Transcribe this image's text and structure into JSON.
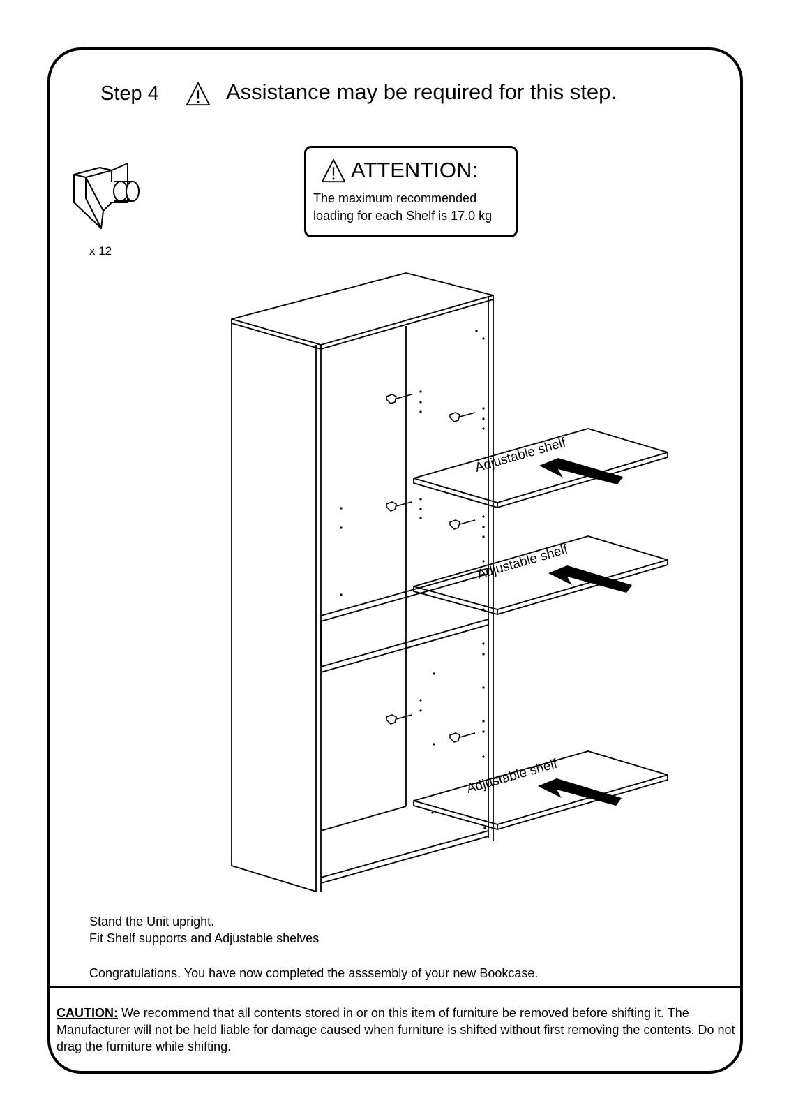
{
  "header": {
    "step": "Step 4",
    "assistance": "Assistance may be required for this step."
  },
  "attention": {
    "title": "ATTENTION:",
    "line1": "The maximum recommended",
    "line2": "loading for each Shelf is 17.0 kg"
  },
  "hardware": {
    "quantity": "x 12",
    "icon": "shelf-support-icon"
  },
  "diagram": {
    "shelf_label": "Adjustable shelf"
  },
  "instructions": {
    "line1": "Stand the Unit upright.",
    "line2": "Fit Shelf supports and Adjustable shelves",
    "congrats": "Congratulations.  You have now completed the asssembly of your new Bookcase."
  },
  "caution": {
    "label": "CAUTION:",
    "text": " We recommend that all contents stored in or on this item of furniture be removed before shifting it. The Manufacturer will not be held liable for damage caused when furniture is shifted without first removing the contents. Do not drag the furniture while shifting."
  }
}
